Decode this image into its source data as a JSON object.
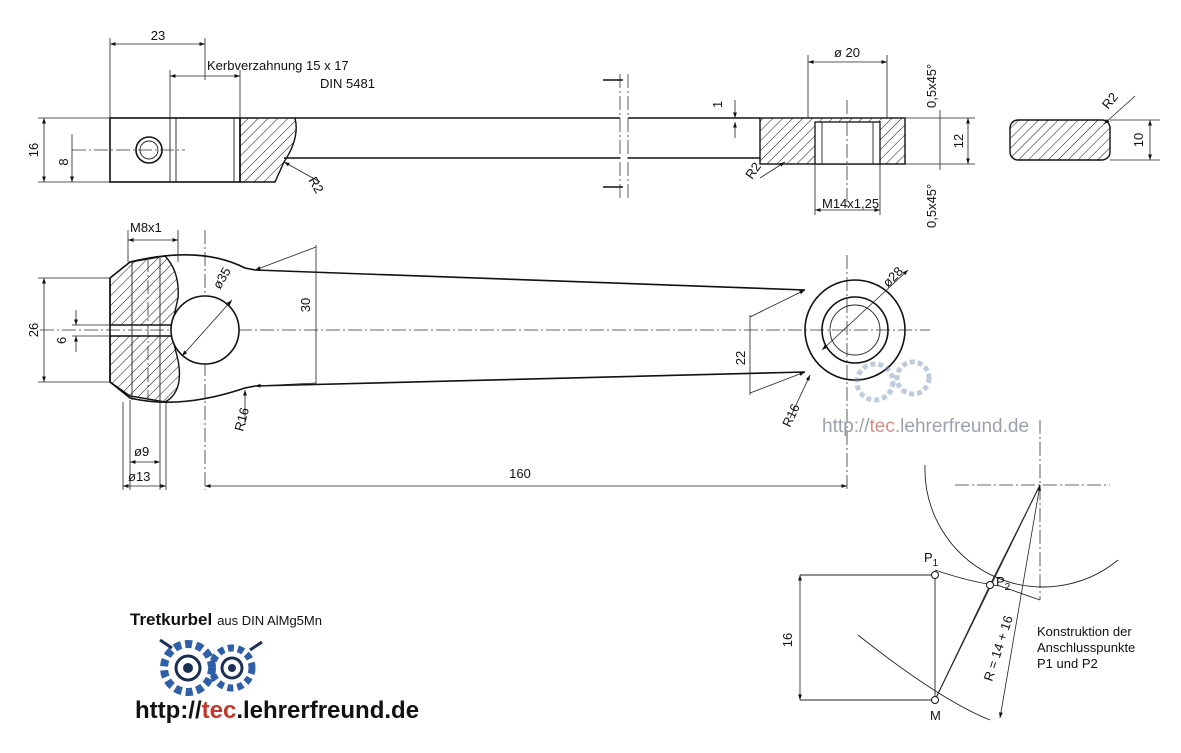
{
  "top_view": {
    "dim_23": "23",
    "kerb_line1": "Kerbverzahnung 15 x 17",
    "kerb_line2": "DIN 5481",
    "dim_16": "16",
    "dim_8": "8",
    "r2_left": "R2",
    "dim_d20": "ø 20",
    "dim_1": "1",
    "chamfer_top": "0,5x45°",
    "r2_right": "R2",
    "thread": "M14x1,25",
    "chamfer_bottom": "0,5x45°",
    "dim_12": "12",
    "section_r2": "R2",
    "dim_10": "10"
  },
  "side_view": {
    "m8": "M8x1",
    "d35": "ø35",
    "dim_30": "30",
    "dim_26": "26",
    "dim_6": "6",
    "r16_left": "R16",
    "d9": "ø9",
    "d13": "ø13",
    "dim_160": "160",
    "d28": "ø28",
    "dim_22": "22",
    "r16_right": "R16"
  },
  "construction": {
    "p1": "P",
    "p1_sub": "1",
    "p2": "P",
    "p2_sub": "2",
    "m": "M",
    "dim_16": "16",
    "radius": "R = 14 + 16",
    "caption_line1": "Konstruktion der",
    "caption_line2": "Anschlusspunkte",
    "caption_line3": "P1 und P2"
  },
  "title": {
    "bold": "Tretkurbel",
    "rest": "aus DIN AlMg5Mn"
  },
  "watermark": {
    "prefix": "http://",
    "highlight": "tec",
    "suffix": ".lehrerfreund.de"
  },
  "logo_url": {
    "prefix": "http://",
    "highlight": "tec",
    "suffix": ".lehrerfreund.de"
  },
  "colors": {
    "line": "#111111",
    "watermark_grey": "#9aa3ad",
    "url_red": "#c0392b",
    "logo_blue": "#2f5fa7"
  }
}
